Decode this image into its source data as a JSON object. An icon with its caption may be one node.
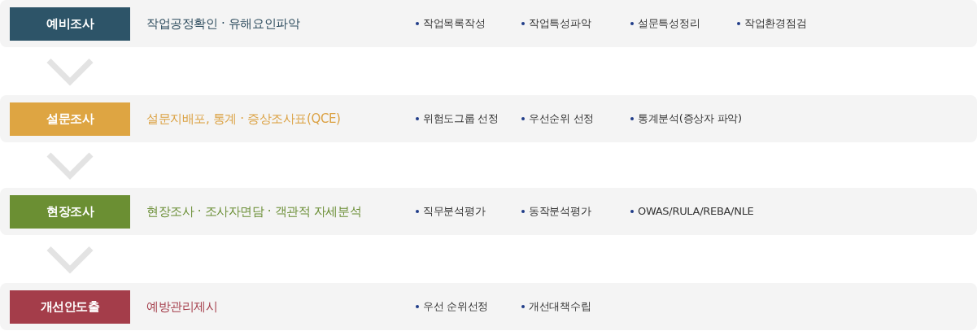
{
  "diagram": {
    "nodes": [
      {
        "text": [
          "작업공정확인 · 유해요인파악",
          "작업목록작성",
          "작업특성파악",
          "설문특성정리",
          "작업환경점검"
        ]
      },
      {
        "text": [
          "예비조사"
        ],
        "in": 0
      },
      {
        "text": [
          "설문지배포, 통계 · 증상조사표(QCE)",
          "위험도그룹 선정",
          "우선순위 선정",
          "통계분석(증상자 파악)"
        ]
      },
      {
        "text": [
          "설문조사"
        ],
        "in": 2
      },
      {
        "text": [
          "현장조사 · 조사자면담 · 객관적 자세분석",
          "직무분석평가",
          "동작분석평가",
          "OWAS/RULA/REBA/NLE"
        ]
      },
      {
        "text": [
          "현장조사"
        ],
        "in": 4
      },
      {
        "text": [
          "예방관리제시",
          "우선 순위선정",
          "개선대책수립"
        ]
      },
      {
        "text": [
          "개선안도출"
        ],
        "in": 6
      }
    ],
    "edges": [
      {
        "from": 0,
        "to": 2,
        "arrow": "to"
      },
      {
        "from": 2,
        "to": 4,
        "arrow": "to"
      },
      {
        "from": 4,
        "to": 6,
        "arrow": "to"
      }
    ]
  }
}
